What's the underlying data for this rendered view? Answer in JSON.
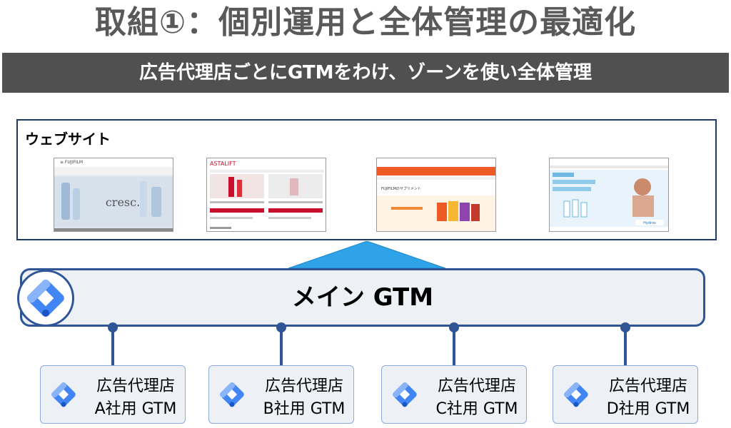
{
  "title": "取組①：個別運用と全体管理の最適化",
  "banner": "広告代理店ごとにGTMをわけ、ゾーンを使い全体管理",
  "website": {
    "label": "ウェブサイト",
    "thumbnails": [
      {
        "name": "site-1",
        "brand_text": "cresc.",
        "accent": "#b9cfe4"
      },
      {
        "name": "site-2",
        "brand_text": "ASTALIFT",
        "accent": "#c8102e"
      },
      {
        "name": "site-3",
        "brand_text": "FUJIFILMのサプリメント",
        "accent": "#ee5a24"
      },
      {
        "name": "site-4",
        "brand_text": "Hydrox",
        "accent": "#6fb8e0"
      }
    ]
  },
  "main_gtm": {
    "label": "メイン GTM"
  },
  "agencies": [
    {
      "line1": "広告代理店",
      "line2": "A社用 GTM"
    },
    {
      "line1": "広告代理店",
      "line2": "B社用 GTM"
    },
    {
      "line1": "広告代理店",
      "line2": "C社用 GTM"
    },
    {
      "line1": "広告代理店",
      "line2": "D社用 GTM"
    }
  ],
  "colors": {
    "dark_blue": "#2f5597",
    "light_fill": "#edf0f5",
    "arrow": "#2ea3e8",
    "banner": "#505050",
    "title": "#595959"
  }
}
